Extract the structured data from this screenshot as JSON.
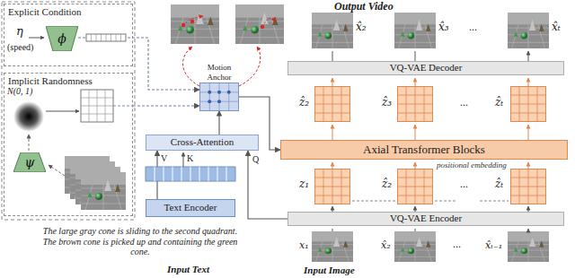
{
  "diagram": {
    "nodes": [
      {
        "text": [
          "Explicit Condition"
        ]
      },
      {
        "text": [
          "ϕ"
        ],
        "in": 0
      },
      {
        "text": [
          "Implicit Randomness"
        ]
      },
      {
        "text": [
          "ψ"
        ],
        "in": 2
      },
      {
        "text": [
          "Motion Anchor"
        ]
      },
      {
        "text": [
          "Cross-Attention"
        ]
      },
      {
        "text": [
          "Text Encoder"
        ]
      },
      {
        "text": [
          "VQ-VAE Decoder"
        ]
      },
      {
        "text": [
          "Axial Transformer Blocks"
        ]
      },
      {
        "text": [
          "VQ-VAE Encoder"
        ]
      }
    ],
    "edges": [
      {
        "from": 1,
        "to": 4,
        "arrow": "to"
      },
      {
        "from": 2,
        "to": 4,
        "arrow": "to"
      },
      {
        "from": 6,
        "to": 5,
        "arrow": "to",
        "label": "V"
      },
      {
        "from": 9,
        "to": 5,
        "arrow": "to",
        "label": "Q"
      },
      {
        "from": 5,
        "to": 4,
        "arrow": "to"
      },
      {
        "from": 4,
        "to": 8,
        "arrow": "to"
      }
    ],
    "labels": [
      "Output Video",
      "x̂₂",
      "x̂₃",
      "...",
      "x̂ₜ",
      "η",
      "(speed)",
      "N(0, 1)",
      "ẑ₂",
      "ẑ₃",
      "...",
      "ẑₜ",
      "K",
      "positional embedding",
      "z₁",
      "ẑ₂",
      "...",
      "ẑₜ",
      "The large gray cone is sliding to the second quadrant. The brown cone is picked up and containing the green cone.",
      "x₁",
      "x̂₂",
      "...",
      "x̂ₜ₋₁",
      "Input Text",
      "Input Image"
    ]
  }
}
